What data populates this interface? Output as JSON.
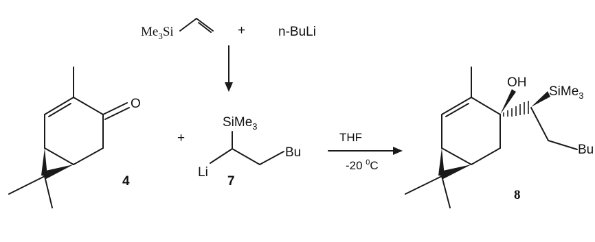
{
  "reagents": {
    "vinylsilane": {
      "me3": "Me",
      "sub3": "3",
      "si": "Si"
    },
    "plus": "+",
    "base": {
      "prefix": "n-BuLi"
    }
  },
  "reactants": {
    "ketone": {
      "label": "4",
      "oxygen": "O"
    },
    "plus": "+",
    "organolithium": {
      "label": "7",
      "silyl": "SiMe",
      "silyl_sub": "3",
      "li": "Li",
      "bu": "Bu"
    }
  },
  "conditions": {
    "solvent": "THF",
    "temp_minus": "-20 ",
    "temp_deg": "0",
    "temp_unit": "C"
  },
  "product": {
    "label": "8",
    "hydroxyl": "OH",
    "silyl": "SiMe",
    "silyl_sub": "3",
    "bu": "Bu"
  }
}
